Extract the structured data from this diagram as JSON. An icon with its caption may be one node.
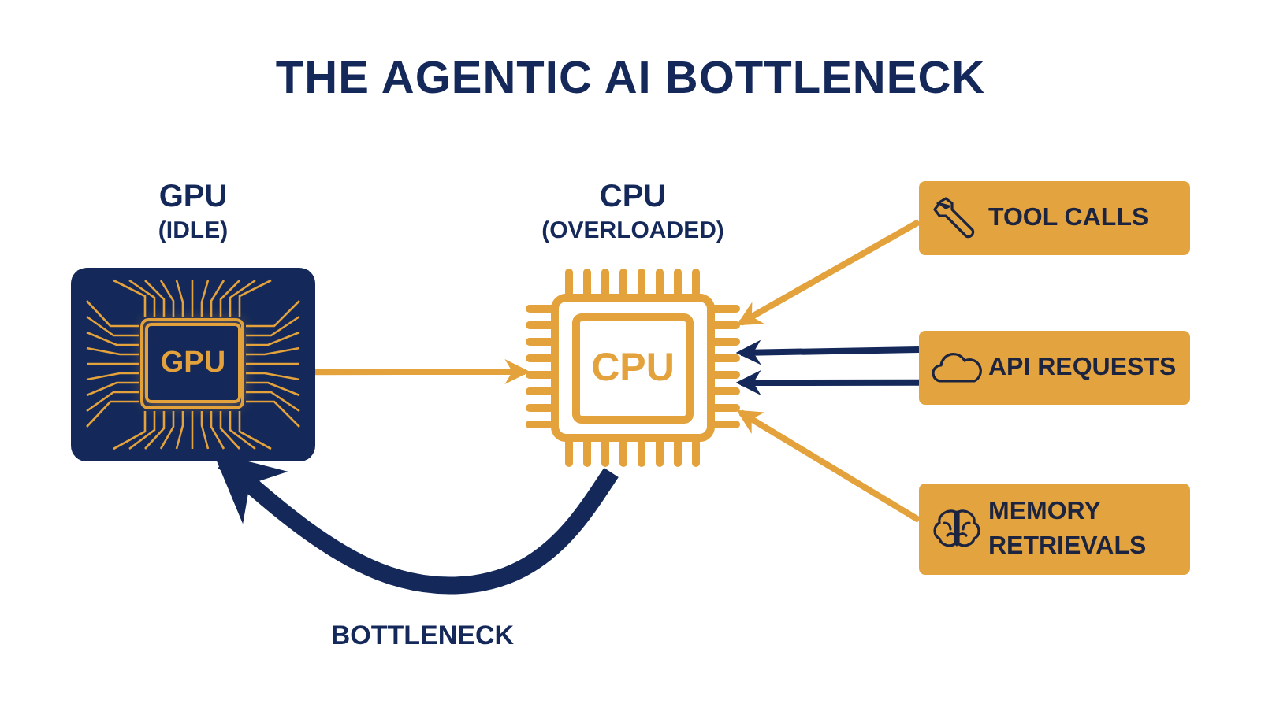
{
  "diagram": {
    "title": "THE AGENTIC AI BOTTLENECK",
    "nodes": [
      {
        "text": [
          "GPU",
          "(IDLE)"
        ]
      },
      {
        "text": [
          "GPU"
        ],
        "in": 0
      },
      {
        "text": [
          "CPU",
          "(OVERLOADED)"
        ]
      },
      {
        "text": [
          "CPU"
        ],
        "in": 2
      },
      {
        "text": [
          "TOOL CALLS"
        ]
      },
      {
        "text": [
          "API REQUESTS"
        ]
      },
      {
        "text": [
          "MEMORY RETRIEVALS"
        ]
      }
    ],
    "edges": [
      {
        "from": 0,
        "to": 2,
        "arrow": "to"
      },
      {
        "from": 2,
        "to": 0,
        "arrow": "to",
        "label": "BOTTLENECK",
        "style": "thick",
        "color": "#14295a"
      },
      {
        "from": 4,
        "to": 2,
        "arrow": "to"
      },
      {
        "from": 5,
        "to": 2,
        "arrow": "to",
        "color": "#14295a"
      },
      {
        "from": 5,
        "to": 2,
        "arrow": "to",
        "color": "#14295a"
      },
      {
        "from": 6,
        "to": 2,
        "arrow": "to"
      }
    ]
  }
}
